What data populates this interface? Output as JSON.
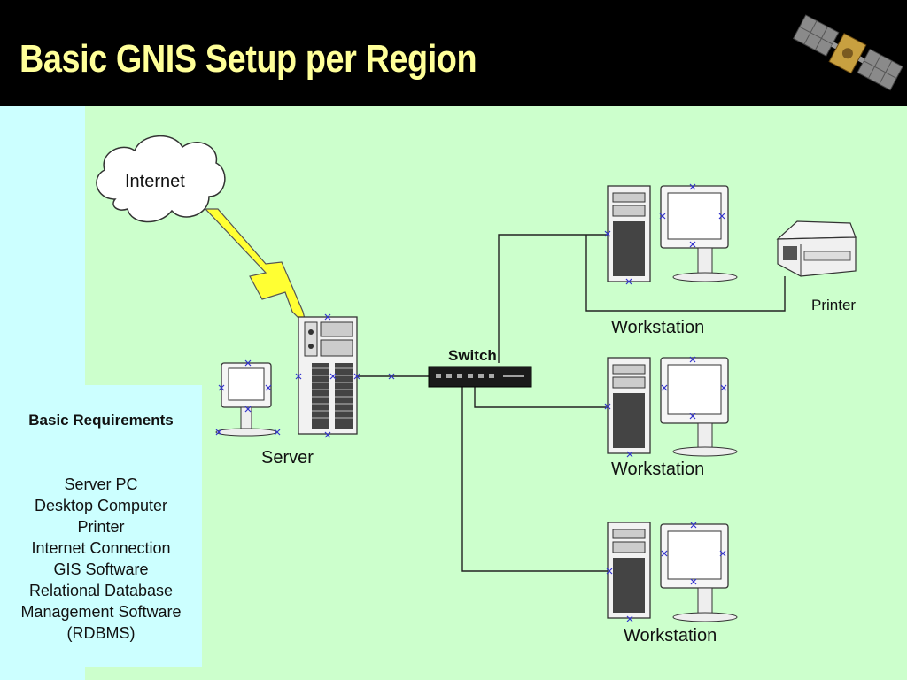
{
  "slide": {
    "title": "Basic GNIS Setup per Region"
  },
  "diagram": {
    "internet_label": "Internet",
    "server_label": "Server",
    "switch_label": "Switch",
    "workstation_labels": [
      "Workstation",
      "Workstation",
      "Workstation"
    ],
    "printer_label": "Printer"
  },
  "requirements": {
    "heading": "Basic Requirements",
    "items": [
      "Server PC",
      "Desktop Computer",
      "Printer",
      "Internet Connection",
      "GIS Software",
      "Relational Database",
      "Management Software",
      "(RDBMS)"
    ]
  },
  "colors": {
    "background": "#ccffcc",
    "header": "#000000",
    "title": "#ffff99",
    "requirements_panel": "#ccffff",
    "lightning": "#ffff33",
    "selection_marker": "#3333cc"
  },
  "icons": [
    "satellite-icon",
    "cloud-icon",
    "lightning-icon",
    "server-icon",
    "monitor-icon",
    "workstation-tower-icon",
    "switch-icon",
    "printer-icon"
  ]
}
